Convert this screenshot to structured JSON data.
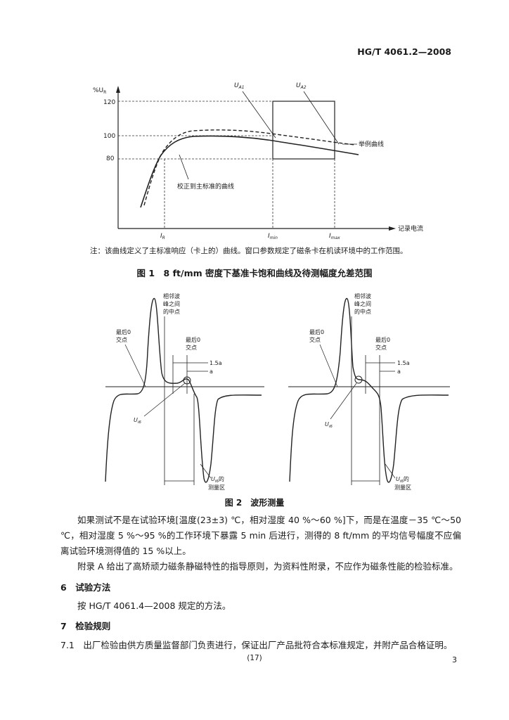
{
  "header": {
    "code": "HG/T 4061.2—2008"
  },
  "figure1": {
    "y_axis_label": "%U",
    "y_axis_sub": "R",
    "y_ticks": [
      "120",
      "100",
      "80"
    ],
    "ua1": "U",
    "ua1_sub": "A1",
    "ua2": "U",
    "ua2_sub": "A2",
    "example_curve": "举例曲线",
    "corrected_curve": "校正到主标准的曲线",
    "x_axis_label": "记录电流",
    "x_ticks": [
      {
        "main": "I",
        "sub": "R"
      },
      {
        "main": "I",
        "sub": "min"
      },
      {
        "main": "I",
        "sub": "max"
      }
    ]
  },
  "note": "注：该曲线定义了主标准响应（卡上的）曲线。窗口参数规定了磁条卡在机读环境中的工作范围。",
  "caption1": "图 1　8 ft/mm 密度下基准卡饱和曲线及待测幅度允差范围",
  "figure2": {
    "left": {
      "midpoint": [
        "相邻波",
        "峰之间",
        "的中点"
      ],
      "last_zero_a": [
        "最后0",
        "交点"
      ],
      "last_zero_b": [
        "最后0",
        "交点"
      ],
      "dim_15a": "1.5a",
      "dim_a": "a",
      "ui6": "U",
      "ui6_sub": "i6",
      "zone": [
        "U",
        "i6",
        "的",
        "测量区"
      ]
    },
    "right": {
      "midpoint": [
        "相邻波",
        "峰之间",
        "的中点"
      ],
      "last_zero_a": [
        "最后0",
        "交点"
      ],
      "last_zero_b": [
        "最后0",
        "交点"
      ],
      "dim_15a": "1.5a",
      "dim_a": "a",
      "ui6": "U",
      "ui6_sub": "i6",
      "zone": [
        "U",
        "i6",
        "的",
        "测量区"
      ]
    }
  },
  "caption2": "图 2　波形测量",
  "paragraph1": "如果测试不是在试验环境[温度(23±3) ℃，相对湿度 40 %～60 %]下，而是在温度－35 ℃～50 ℃，相对湿度 5 %～95 %的工作环境下暴露 5 min 后进行，测得的 8 ft/mm 的平均信号幅度不应偏离试验环境测得值的 15 %以上。",
  "paragraph2": "附录 A 给出了高矫顽力磁条静磁特性的指导原则，为资料性附录，不应作为磁条性能的检验标准。",
  "section6": {
    "title": "6　试验方法",
    "body": "按 HG/T 4061.4—2008 规定的方法。"
  },
  "section7": {
    "title": "7　检验规则",
    "item": "7.1　出厂检验由供方质量监督部门负责进行，保证出厂产品批符合本标准规定，并附产品合格证明。"
  },
  "footer": {
    "page_center": "(17)",
    "page_right": "3"
  }
}
